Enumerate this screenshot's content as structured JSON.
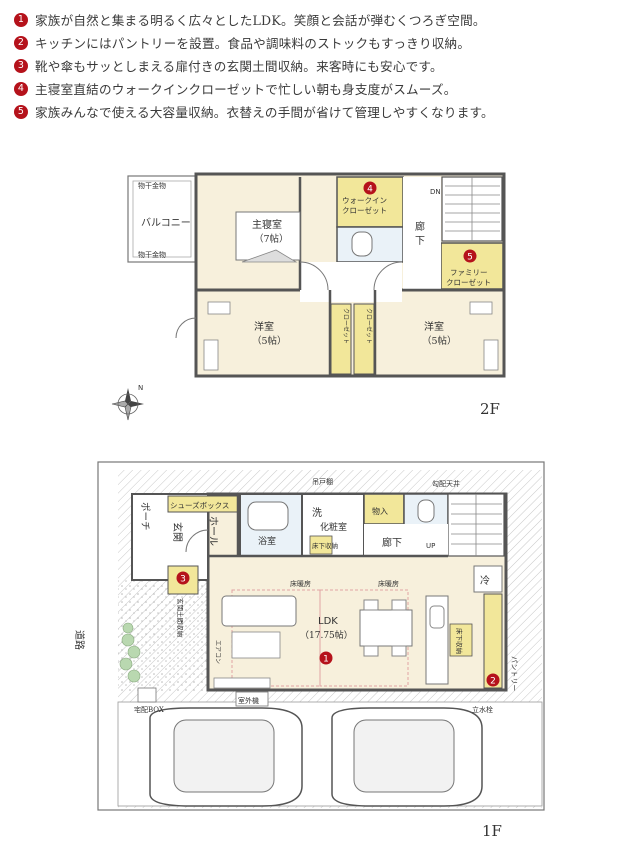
{
  "notes": [
    {
      "num": "1",
      "text": "家族が自然と集まる明るく広々としたLDK。笑顔と会話が弾むくつろぎ空間。"
    },
    {
      "num": "2",
      "text": "キッチンにはパントリーを設置。食品や調味料のストックもすっきり収納。"
    },
    {
      "num": "3",
      "text": "靴や傘もサッとしまえる扉付きの玄関土間収納。来客時にも安心です。"
    },
    {
      "num": "4",
      "text": "主寝室直結のウォークインクローゼットで忙しい朝も身支度がスムーズ。"
    },
    {
      "num": "5",
      "text": "家族みんなで使える大容量収納。衣替えの手間が省けて管理しやすくなります。"
    }
  ],
  "floor2": {
    "label": "2F",
    "balcony": "バルコニー",
    "laundry_top": "物干金物",
    "laundry_bottom": "物干金物",
    "master_bedroom": "主寝室",
    "master_size": "（7帖）",
    "walkin_line1": "ウォークイン",
    "walkin_line2": "クローゼット",
    "hallway_a": "廊",
    "hallway_b": "下",
    "dn": "DN",
    "family_line1": "ファミリー",
    "family_line2": "クローゼット",
    "western_left": "洋室",
    "western_left_size": "（5帖）",
    "western_right": "洋室",
    "western_right_size": "（5帖）",
    "closet_left": "クローゼット",
    "closet_right": "クローゼット",
    "compass_n": "N"
  },
  "floor1": {
    "label": "1F",
    "bay_window": "吊戸棚",
    "alcove": "勾配天井",
    "porch": "ポーチ",
    "shoebox": "シューズボックス",
    "entrance": "玄関",
    "hall": "ホール",
    "bath": "浴室",
    "wash": "洗",
    "powder": "化粧室",
    "storage": "物入",
    "underfloor_a": "床下収納",
    "hallway": "廊下",
    "up": "UP",
    "fridge": "冷",
    "floor_heat_a": "床暖房",
    "floor_heat_b": "床暖房",
    "ldk": "LDK",
    "ldk_size": "（17.75帖）",
    "underfloor_b": "床下収納",
    "entrance_storage": "玄関土間収納",
    "aircon": "エアコン",
    "pantry": "パントリー",
    "outdoor_unit": "室外機",
    "parcel_box": "宅配BOX",
    "water": "立水栓",
    "road": "道路"
  },
  "markers": {
    "m1": "1",
    "m2": "2",
    "m3": "3",
    "m4": "4",
    "m5": "5"
  },
  "colors": {
    "wall": "#555555",
    "room": "#f7f0dc",
    "storage": "#f2e79a",
    "marker": "#b5121b"
  }
}
